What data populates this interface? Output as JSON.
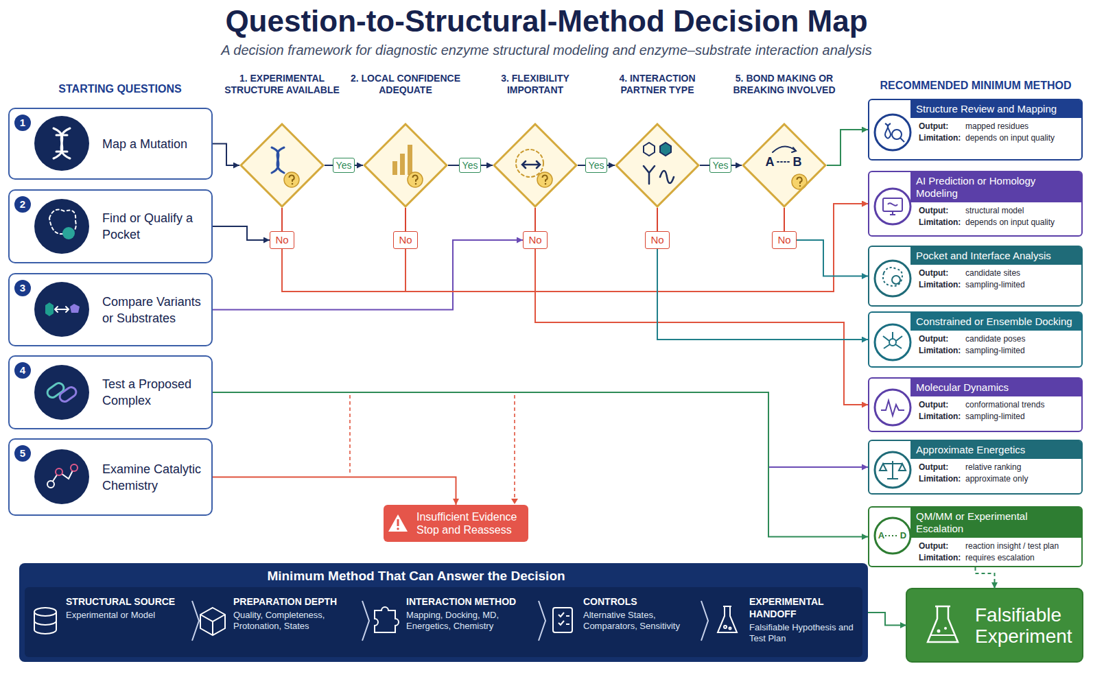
{
  "diagram": {
    "title": "Question-to-Structural-Method Decision Map",
    "caption": "A decision framework for diagnostic enzyme structural modeling and enzyme–substrate interaction analysis",
    "nodes": [
      {
        "text": [
          "1",
          "Map a Mutation"
        ]
      },
      {
        "text": [
          "2",
          "Find or Qualify a Pocket"
        ]
      },
      {
        "text": [
          "3",
          "Compare Variants or Substrates"
        ]
      },
      {
        "text": [
          "4",
          "Test a Proposed Complex"
        ]
      },
      {
        "text": [
          "5",
          "Examine Catalytic Chemistry"
        ]
      },
      {
        "text": [
          "1. EXPERIMENTAL STRUCTURE AVAILABLE"
        ]
      },
      {
        "text": [
          "2. LOCAL CONFIDENCE ADEQUATE"
        ]
      },
      {
        "text": [
          "3. FLEXIBILITY IMPORTANT"
        ]
      },
      {
        "text": [
          "4. INTERACTION PARTNER TYPE"
        ]
      },
      {
        "text": [
          "5. BOND MAKING OR BREAKING INVOLVED"
        ]
      },
      {
        "text": [
          "Yes"
        ]
      },
      {
        "text": [
          "Yes"
        ]
      },
      {
        "text": [
          "Yes"
        ]
      },
      {
        "text": [
          "Yes"
        ]
      },
      {
        "text": [
          "No"
        ]
      },
      {
        "text": [
          "No"
        ]
      },
      {
        "text": [
          "No"
        ]
      },
      {
        "text": [
          "No"
        ]
      },
      {
        "text": [
          "No"
        ]
      },
      {
        "text": [
          "Structure Review and Mapping",
          "Output:",
          "mapped residues",
          "Limitation:",
          "depends on input quality"
        ]
      },
      {
        "text": [
          "AI Prediction or Homology Modeling",
          "Output:",
          "structural model",
          "Limitation:",
          "depends on input quality"
        ]
      },
      {
        "text": [
          "Pocket and Interface Analysis",
          "Output:",
          "candidate sites",
          "Limitation:",
          "sampling-limited"
        ]
      },
      {
        "text": [
          "Constrained or Ensemble Docking",
          "Output:",
          "candidate poses",
          "Limitation:",
          "sampling-limited"
        ]
      },
      {
        "text": [
          "Molecular Dynamics",
          "Output:",
          "conformational trends",
          "Limitation:",
          "sampling-limited"
        ]
      },
      {
        "text": [
          "Approximate Energetics",
          "Output:",
          "relative ranking",
          "Limitation:",
          "approximate only"
        ]
      },
      {
        "text": [
          "QM/MM or Experimental Escalation",
          "Output:",
          "reaction insight / test plan",
          "Limitation:",
          "requires escalation"
        ]
      },
      {
        "text": [
          "Insufficient Evidence Stop and Reassess"
        ]
      },
      {
        "text": [
          "Minimum Method That Can Answer the Decision"
        ]
      },
      {
        "text": [
          "STRUCTURAL SOURCE",
          "Experimental or Model"
        ],
        "in": 27
      },
      {
        "text": [
          "PREPARATION DEPTH",
          "Quality, Completeness, Protonation, States"
        ],
        "in": 27
      },
      {
        "text": [
          "INTERACTION METHOD",
          "Mapping, Docking, MD, Energetics, Chemistry"
        ],
        "in": 27
      },
      {
        "text": [
          "CONTROLS",
          "Alternative States, Comparators, Sensitivity"
        ],
        "in": 27
      },
      {
        "text": [
          "EXPERIMENTAL HANDOFF",
          "Falsifiable Hypothesis and Test Plan"
        ],
        "in": 27
      },
      {
        "text": [
          "Falsifiable Experiment"
        ]
      }
    ],
    "edges": [
      {
        "from": 0,
        "to": 5,
        "arrow": "to"
      },
      {
        "from": 5,
        "to": 10,
        "arrow": "none"
      },
      {
        "from": 10,
        "to": 6,
        "arrow": "to"
      },
      {
        "from": 6,
        "to": 11,
        "arrow": "none"
      },
      {
        "from": 11,
        "to": 7,
        "arrow": "to"
      },
      {
        "from": 7,
        "to": 12,
        "arrow": "none"
      },
      {
        "from": 12,
        "to": 8,
        "arrow": "to"
      },
      {
        "from": 8,
        "to": 13,
        "arrow": "none"
      },
      {
        "from": 13,
        "to": 9,
        "arrow": "to"
      },
      {
        "from": 9,
        "to": 19,
        "arrow": "to"
      },
      {
        "from": 5,
        "to": 14,
        "arrow": "none"
      },
      {
        "from": 6,
        "to": 15,
        "arrow": "none"
      },
      {
        "from": 7,
        "to": 16,
        "arrow": "none"
      },
      {
        "from": 8,
        "to": 17,
        "arrow": "none"
      },
      {
        "from": 9,
        "to": 18,
        "arrow": "none"
      },
      {
        "from": 1,
        "to": 14,
        "arrow": "to"
      },
      {
        "from": 2,
        "to": 16,
        "arrow": "to"
      },
      {
        "from": 14,
        "to": 20,
        "arrow": "to"
      },
      {
        "from": 15,
        "to": 20,
        "arrow": "to"
      },
      {
        "from": 16,
        "to": 23,
        "arrow": "to"
      },
      {
        "from": 17,
        "to": 22,
        "arrow": "to"
      },
      {
        "from": 18,
        "to": 21,
        "arrow": "to"
      },
      {
        "from": 3,
        "to": 24,
        "arrow": "to"
      },
      {
        "from": 3,
        "to": 25,
        "arrow": "to"
      },
      {
        "from": 4,
        "to": 26,
        "arrow": "to"
      },
      {
        "from": 25,
        "to": 33,
        "arrow": "to"
      },
      {
        "from": 27,
        "to": 33,
        "arrow": "to"
      }
    ],
    "labels": [
      "STARTING QUESTIONS",
      "RECOMMENDED MINIMUM METHOD",
      "A",
      "B",
      "A",
      "D"
    ]
  }
}
